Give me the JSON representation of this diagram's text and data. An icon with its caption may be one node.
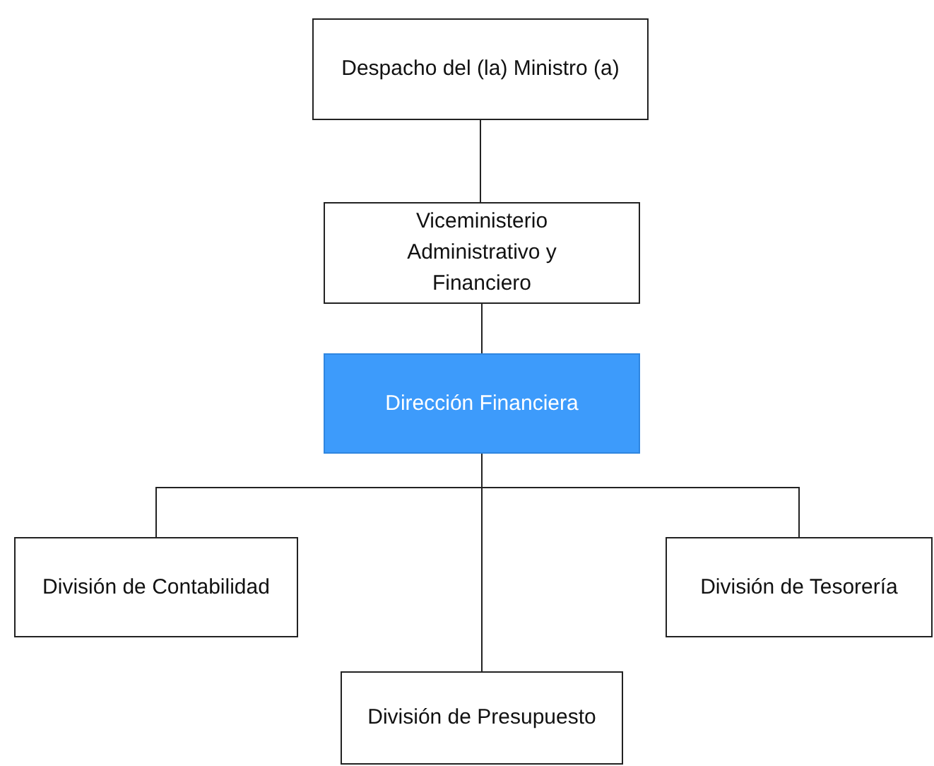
{
  "diagram": {
    "nodes": [
      {
        "text": [
          "Despacho del (la) Ministro (a)"
        ]
      },
      {
        "text": [
          "Viceministerio Administrativo y Financiero"
        ]
      },
      {
        "text": [
          "Dirección Financiera"
        ]
      },
      {
        "text": [
          "División de Contabilidad"
        ]
      },
      {
        "text": [
          "División de Tesorería"
        ]
      },
      {
        "text": [
          "División de Presupuesto"
        ]
      }
    ],
    "edges": [
      {
        "from": 0,
        "to": 1,
        "arrow": "none"
      },
      {
        "from": 1,
        "to": 2,
        "arrow": "none"
      },
      {
        "from": 2,
        "to": 3,
        "arrow": "none"
      },
      {
        "from": 2,
        "to": 4,
        "arrow": "none"
      },
      {
        "from": 2,
        "to": 5,
        "arrow": "none"
      }
    ]
  }
}
